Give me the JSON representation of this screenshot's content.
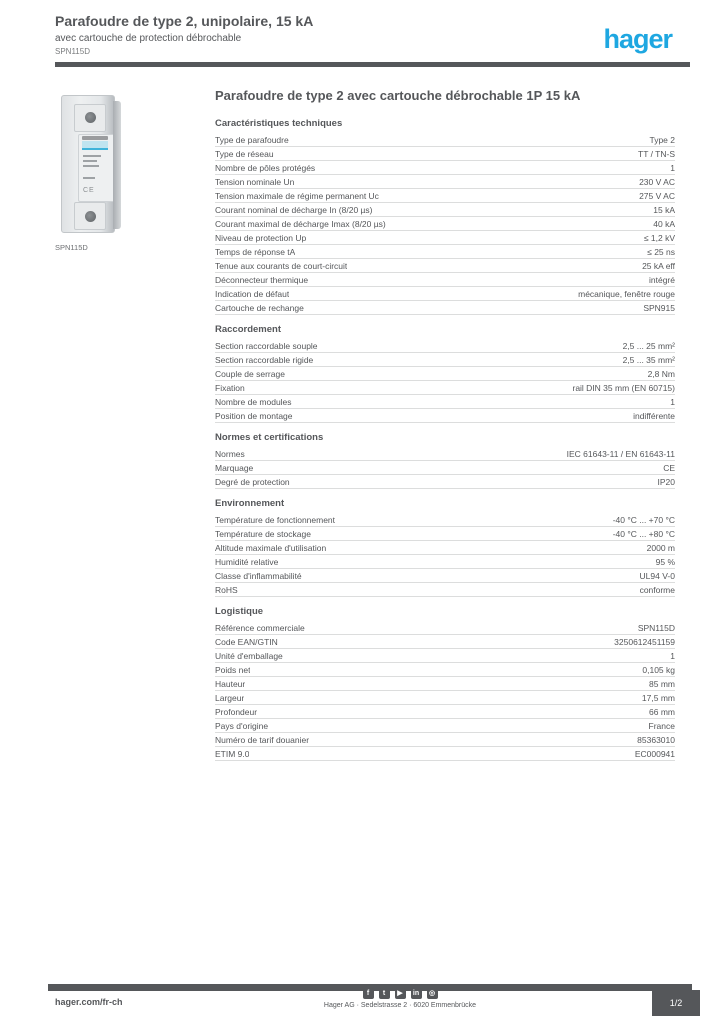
{
  "page": {
    "background": "#ffffff",
    "text_color": "#55575a",
    "brand_blue": "#1ea7e1"
  },
  "header": {
    "title_line1": "Parafoudre de type 2, unipolaire, 15 kA",
    "title_line2": "avec cartouche de protection débrochable",
    "ref_line": "SPN115D",
    "logo_text": "hager"
  },
  "product": {
    "caption": "SPN115D",
    "image_name": "product-photo-spn115d",
    "label_marking": "CE"
  },
  "main": {
    "title": "Parafoudre de type 2 avec cartouche débrochable 1P 15 kA",
    "sections": [
      {
        "heading": "Caractéristiques techniques",
        "rows": [
          {
            "label": "Type de parafoudre",
            "value": "Type 2"
          },
          {
            "label": "Type de réseau",
            "value": "TT / TN-S"
          },
          {
            "label": "Nombre de pôles protégés",
            "value": "1"
          },
          {
            "label": "Tension nominale Un",
            "value": "230 V AC"
          },
          {
            "label": "Tension maximale de régime permanent Uc",
            "value": "275 V AC"
          },
          {
            "label": "Courant nominal de décharge In (8/20 µs)",
            "value": "15 kA"
          },
          {
            "label": "Courant maximal de décharge Imax (8/20 µs)",
            "value": "40 kA"
          },
          {
            "label": "Niveau de protection Up",
            "value": "≤ 1,2 kV"
          },
          {
            "label": "Temps de réponse tA",
            "value": "≤ 25 ns"
          },
          {
            "label": "Tenue aux courants de court-circuit",
            "value": "25 kA eff"
          },
          {
            "label": "Déconnecteur thermique",
            "value": "intégré"
          },
          {
            "label": "Indication de défaut",
            "value": "mécanique, fenêtre rouge"
          },
          {
            "label": "Cartouche de rechange",
            "value": "SPN915"
          }
        ]
      },
      {
        "heading": "Raccordement",
        "rows": [
          {
            "label": "Section raccordable souple",
            "value": "2,5 ... 25 mm²"
          },
          {
            "label": "Section raccordable rigide",
            "value": "2,5 ... 35 mm²"
          },
          {
            "label": "Couple de serrage",
            "value": "2,8 Nm"
          },
          {
            "label": "Fixation",
            "value": "rail DIN 35 mm (EN 60715)"
          },
          {
            "label": "Nombre de modules",
            "value": "1"
          },
          {
            "label": "Position de montage",
            "value": "indifférente"
          }
        ]
      },
      {
        "heading": "Normes et certifications",
        "rows": [
          {
            "label": "Normes",
            "value": "IEC 61643-11 / EN 61643-11"
          },
          {
            "label": "Marquage",
            "value": "CE"
          },
          {
            "label": "Degré de protection",
            "value": "IP20"
          }
        ]
      },
      {
        "heading": "Environnement",
        "rows": [
          {
            "label": "Température de fonctionnement",
            "value": "-40 °C ... +70 °C"
          },
          {
            "label": "Température de stockage",
            "value": "-40 °C ... +80 °C"
          },
          {
            "label": "Altitude maximale d'utilisation",
            "value": "2000 m"
          },
          {
            "label": "Humidité relative",
            "value": "95 %"
          },
          {
            "label": "Classe d'inflammabilité",
            "value": "UL94 V-0"
          },
          {
            "label": "RoHS",
            "value": "conforme"
          }
        ]
      },
      {
        "heading": "Logistique",
        "rows": [
          {
            "label": "Référence commerciale",
            "value": "SPN115D"
          },
          {
            "label": "Code EAN/GTIN",
            "value": "3250612451159"
          },
          {
            "label": "Unité d'emballage",
            "value": "1"
          },
          {
            "label": "Poids net",
            "value": "0,105 kg"
          },
          {
            "label": "Hauteur",
            "value": "85 mm"
          },
          {
            "label": "Largeur",
            "value": "17,5 mm"
          },
          {
            "label": "Profondeur",
            "value": "66 mm"
          },
          {
            "label": "Pays d'origine",
            "value": "France"
          },
          {
            "label": "Numéro de tarif douanier",
            "value": "85363010"
          },
          {
            "label": "ETIM 9.0",
            "value": "EC000941"
          }
        ]
      }
    ]
  },
  "footer": {
    "website": "hager.com/fr-ch",
    "address": "Hager AG · Sedelstrasse 2 · 6020 Emmenbrücke",
    "page_indicator": "1/2",
    "social_icons": [
      {
        "name": "facebook-icon",
        "glyph": "f"
      },
      {
        "name": "twitter-icon",
        "glyph": "t"
      },
      {
        "name": "youtube-icon",
        "glyph": "▶"
      },
      {
        "name": "linkedin-icon",
        "glyph": "in"
      },
      {
        "name": "instagram-icon",
        "glyph": "◎"
      }
    ]
  }
}
